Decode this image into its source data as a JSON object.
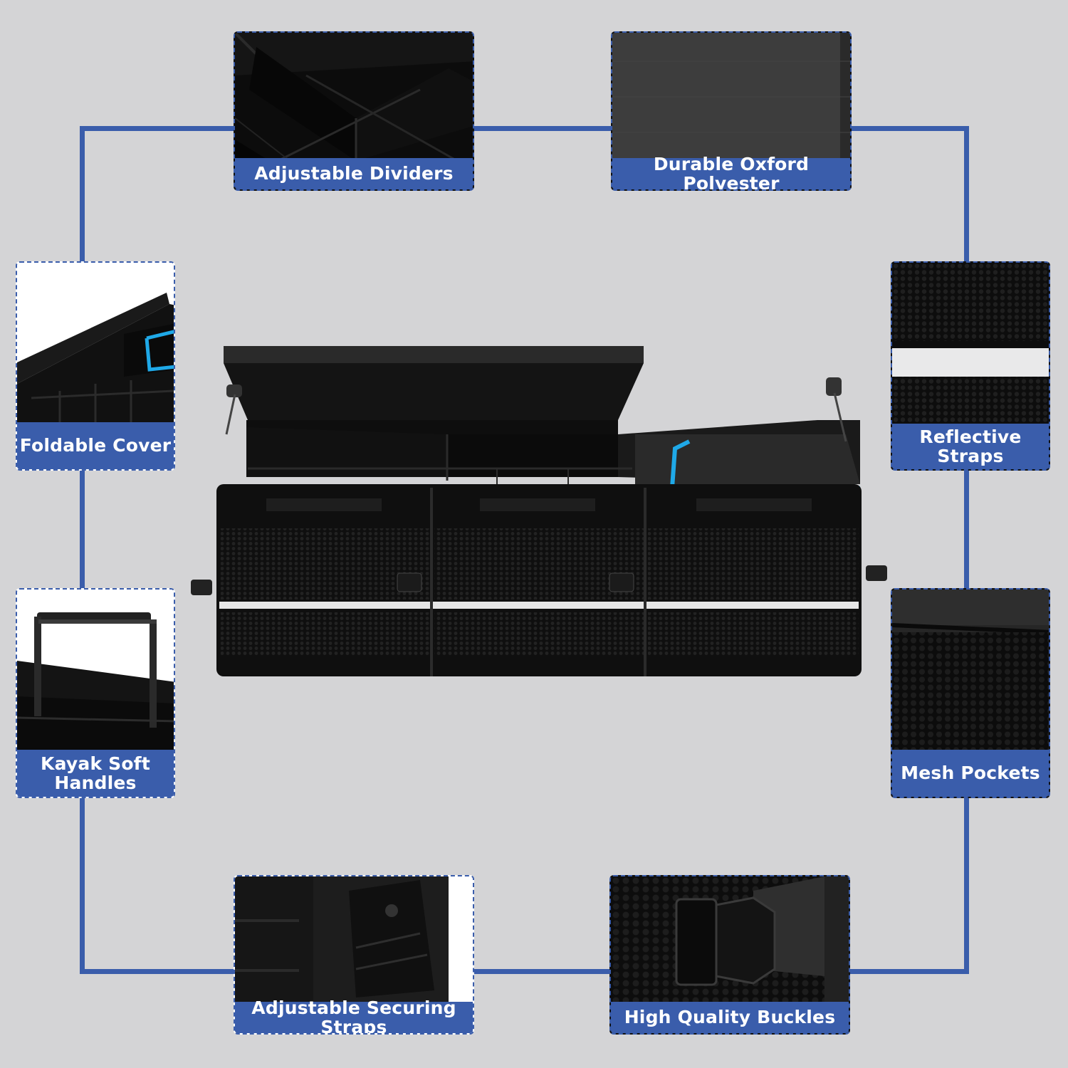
{
  "features": {
    "dividers": {
      "label": "Adjustable Dividers",
      "icon": "dividers-photo"
    },
    "oxford": {
      "label": "Durable Oxford Polyester",
      "icon": "fabric-photo"
    },
    "cover": {
      "label": "Foldable Cover",
      "icon": "cover-photo"
    },
    "reflective": {
      "label": "Reflective Straps",
      "icon": "reflective-strap-photo"
    },
    "handles": {
      "label_line1": "Kayak Soft",
      "label_line2": "Handles",
      "icon": "handle-photo"
    },
    "mesh": {
      "label": "Mesh Pockets",
      "icon": "mesh-pocket-photo"
    },
    "securing": {
      "label": "Adjustable Securing Straps",
      "icon": "securing-strap-photo"
    },
    "buckles": {
      "label": "High Quality Buckles",
      "icon": "buckle-photo"
    }
  },
  "colors": {
    "accent": "#3a5dab",
    "background": "#d4d4d6",
    "reflective_blue": "#1fa9e8"
  },
  "product": {
    "icon": "trunk-organizer-illustration"
  }
}
